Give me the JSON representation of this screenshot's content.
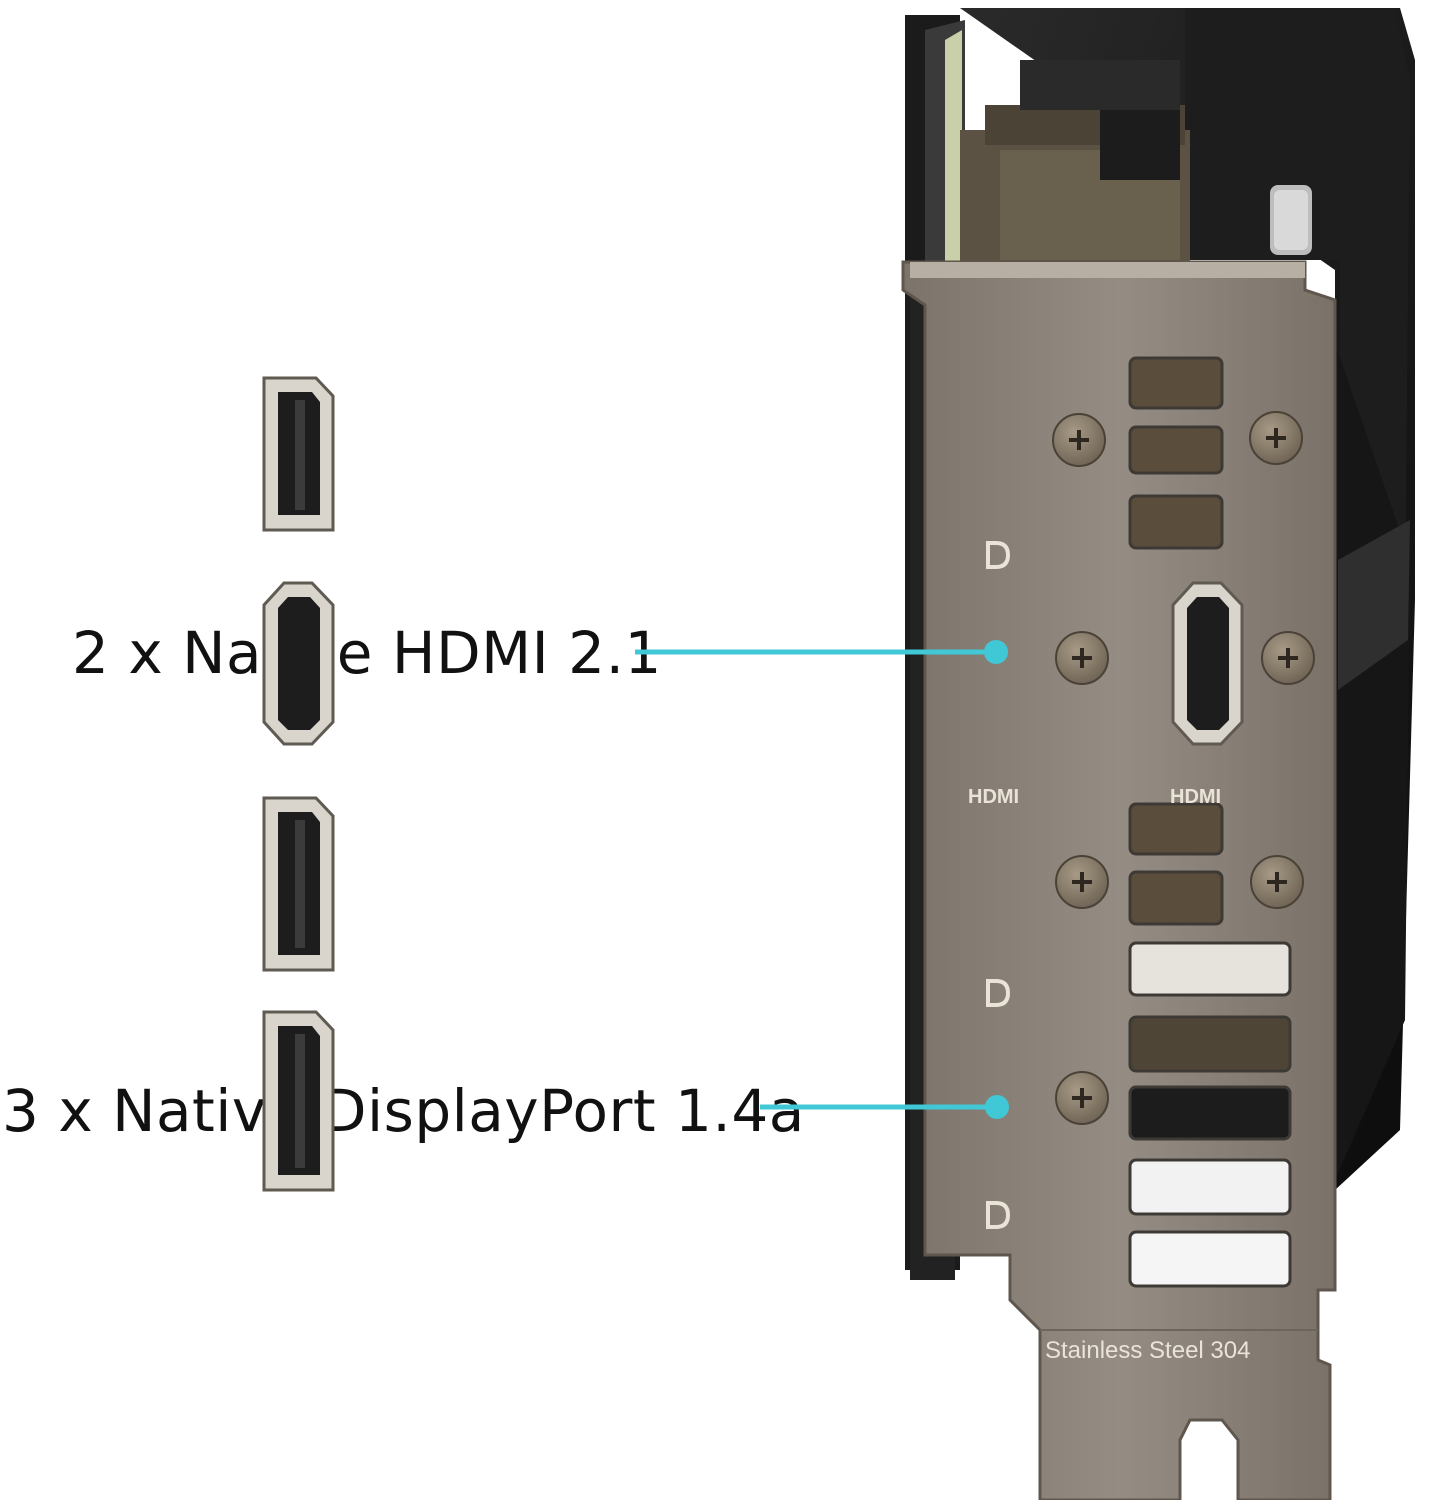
{
  "callouts": {
    "hdmi": "2 x Native HDMI 2.1",
    "displayport": "3 x Native DisplayPort 1.4a"
  },
  "port_labels": {
    "hdmi_left": "HDMI",
    "hdmi_right": "HDMI"
  },
  "bracket": {
    "material_text": "Stainless Steel 304"
  },
  "colors": {
    "callout_line": "#40c8d6",
    "bracket_metal": "#8c847a",
    "background": "#ffffff"
  }
}
